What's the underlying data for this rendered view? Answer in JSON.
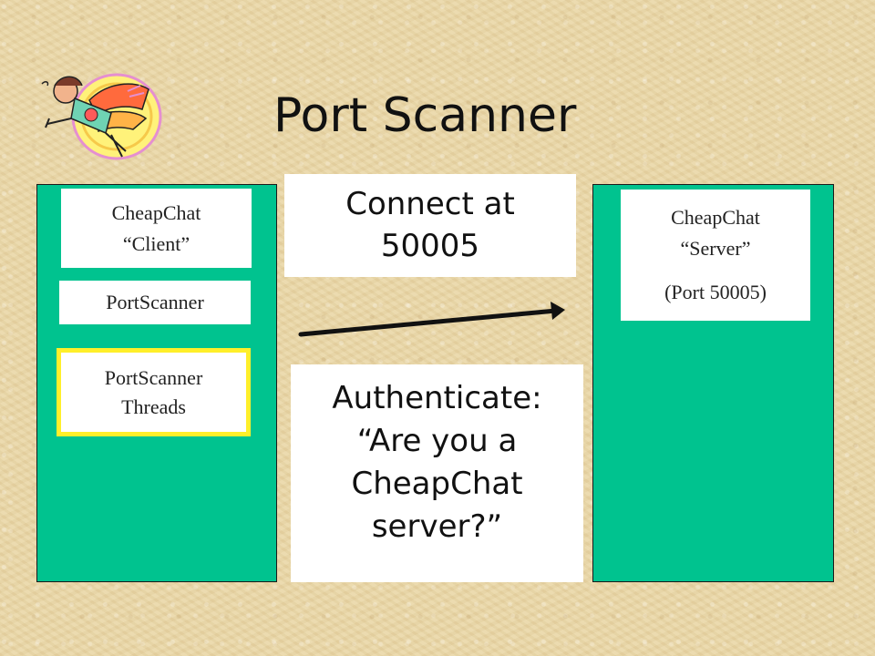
{
  "slide": {
    "title": "Port Scanner"
  },
  "client_panel": {
    "client_box": {
      "line1": "CheapChat",
      "line2": "“Client”"
    },
    "scanner_box": {
      "label": "PortScanner"
    },
    "threads_box": {
      "line1": "PortScanner",
      "line2": "Threads"
    }
  },
  "server_panel": {
    "server_box": {
      "line1": "CheapChat",
      "line2": "“Server”",
      "line3": "(Port 50005)"
    }
  },
  "callouts": {
    "connect": {
      "line1": "Connect at",
      "line2": "50005"
    },
    "authenticate": {
      "line1": "Authenticate:",
      "line2": "“Are you a",
      "line3": "CheapChat",
      "line4": "server?”"
    }
  },
  "colors": {
    "panel": "#00c38f",
    "highlight_border": "#ffef2a",
    "background": "#e9d7a8"
  },
  "icons": {
    "clipart": "flying-superhero-clipart-icon",
    "arrow": "connection-arrow-icon"
  }
}
